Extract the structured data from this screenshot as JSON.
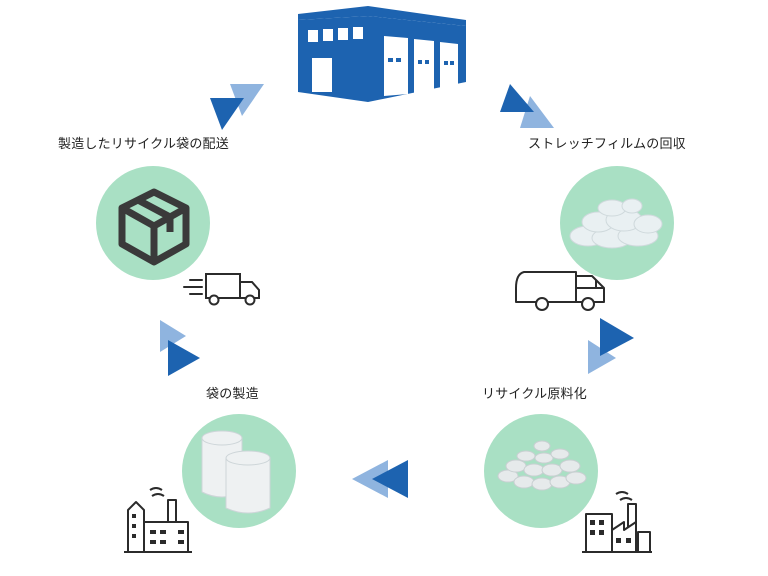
{
  "steps": {
    "collect": {
      "label": "ストレッチフィルムの回収"
    },
    "recycle": {
      "label": "リサイクル原料化"
    },
    "manufacture": {
      "label": "袋の製造"
    },
    "deliver": {
      "label": "製造したリサイクル袋の配送"
    }
  },
  "colors": {
    "building_blue": "#1d63b0",
    "arrow_dark": "#1d63b0",
    "arrow_light": "#8fb4df",
    "circle_green": "#a9e0c4",
    "icon_dark": "#3a3a3a"
  },
  "icons": [
    "warehouse-icon",
    "box-icon",
    "delivery-truck-icon",
    "garbage-truck-icon",
    "film-pile-icon",
    "pellets-icon",
    "film-rolls-icon",
    "factory-icon"
  ]
}
